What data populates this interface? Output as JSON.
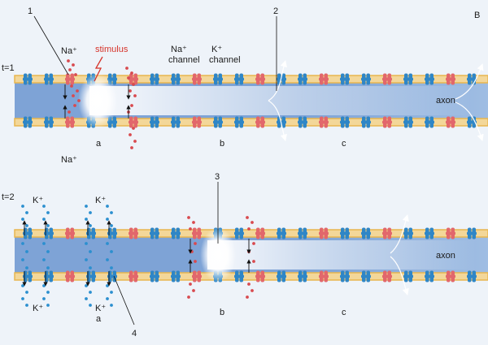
{
  "corner_label": "B",
  "colors": {
    "background": "#eef3f9",
    "membrane_outer": "#e8b64f",
    "membrane_inner": "#f3d799",
    "axon_interior": "#7ea3d6",
    "na_channel": "#e2676b",
    "k_channel": "#2f86c6",
    "na_ion": "#d84a4f",
    "k_ion": "#2b8fcf",
    "stimulus": "#d6332a",
    "impulse_glow": "#ffffff"
  },
  "panel1": {
    "time_label": "t=1",
    "na_top": "Na⁺",
    "na_bottom": "Na⁺",
    "stimulus": "stimulus",
    "na_channel_line1": "Na⁺",
    "na_channel_line2": "channel",
    "k_channel_line1": "K⁺",
    "k_channel_line2": "channel",
    "axon": "axon",
    "zone_a": "a",
    "zone_b": "b",
    "zone_c": "c",
    "callout_1": "1",
    "callout_2": "2"
  },
  "panel2": {
    "time_label": "t=2",
    "k_top_1": "K⁺",
    "k_top_2": "K⁺",
    "k_bottom_1": "K⁺",
    "k_bottom_2": "K⁺",
    "axon": "axon",
    "zone_a": "a",
    "zone_b": "b",
    "zone_c": "c",
    "callout_3": "3",
    "callout_4": "4"
  }
}
